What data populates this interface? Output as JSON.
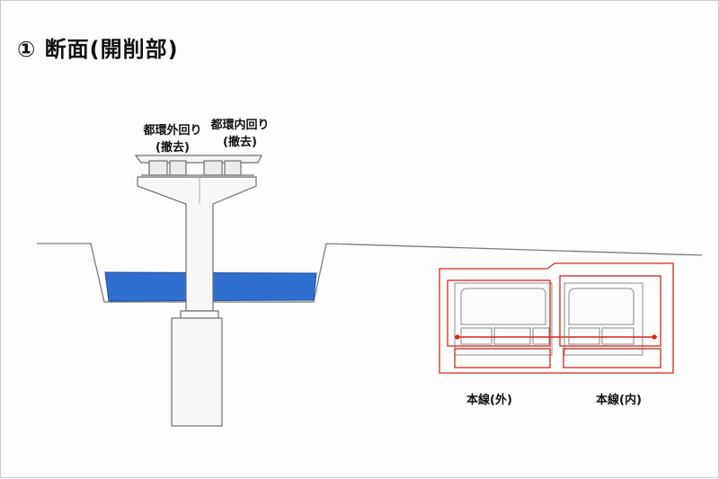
{
  "title": "① 断面(開削部)",
  "labels": {
    "outer_loop_line1": "都環外回り",
    "outer_loop_line2": "(撤去)",
    "inner_loop_line1": "都環内回り",
    "inner_loop_line2": "(撤去)",
    "main_line_outer": "本線(外)",
    "main_line_inner": "本線(内)"
  },
  "colors": {
    "water": "#2f6fd0",
    "water_edge": "#1f4fa0",
    "structure_line": "#7a7a7a",
    "new_structure": "#d8261c"
  },
  "icons": [
    "elevated-viaduct",
    "pier-column",
    "footing",
    "excavation-trench",
    "twin-tunnel-box"
  ]
}
